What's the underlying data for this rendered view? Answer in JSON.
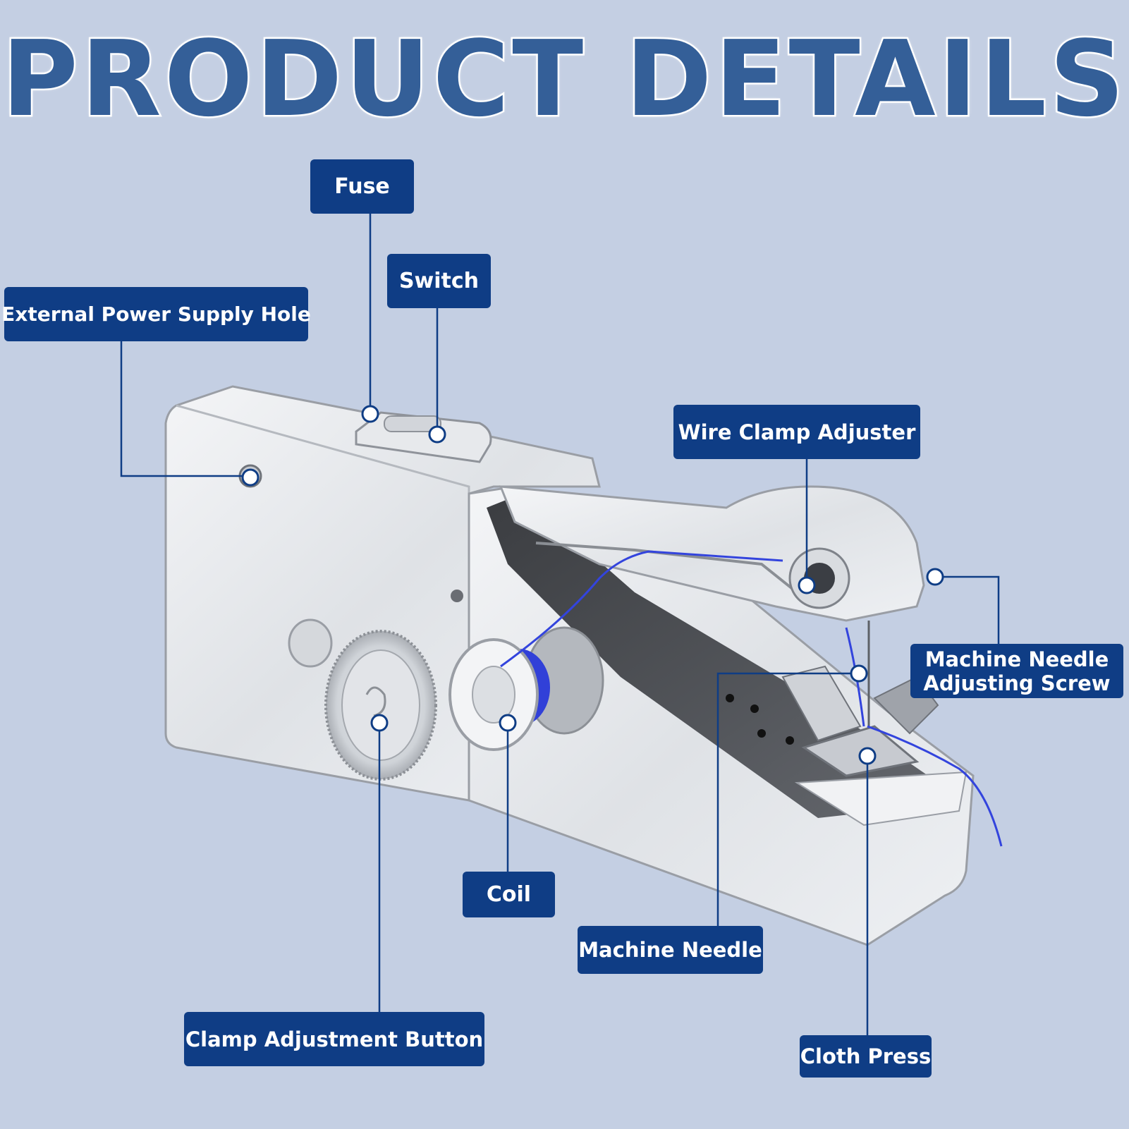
{
  "title": "PRODUCT DETAILS",
  "colors": {
    "background": "#c4cfe3",
    "title_fill": "#345f98",
    "label_bg": "#0f3d85",
    "label_text": "#ffffff",
    "leader_line": "#0f3d85",
    "thread": "#3344dd"
  },
  "labels": {
    "fuse": "Fuse",
    "switch": "Switch",
    "external_power_supply_hole": "External Power Supply Hole",
    "wire_clamp_adjuster": "Wire Clamp Adjuster",
    "machine_needle_adjusting_screw": "Machine Needle Adjusting Screw",
    "coil": "Coil",
    "machine_needle": "Machine Needle",
    "clamp_adjustment_button": "Clamp Adjustment Button",
    "cloth_press": "Cloth Press"
  }
}
